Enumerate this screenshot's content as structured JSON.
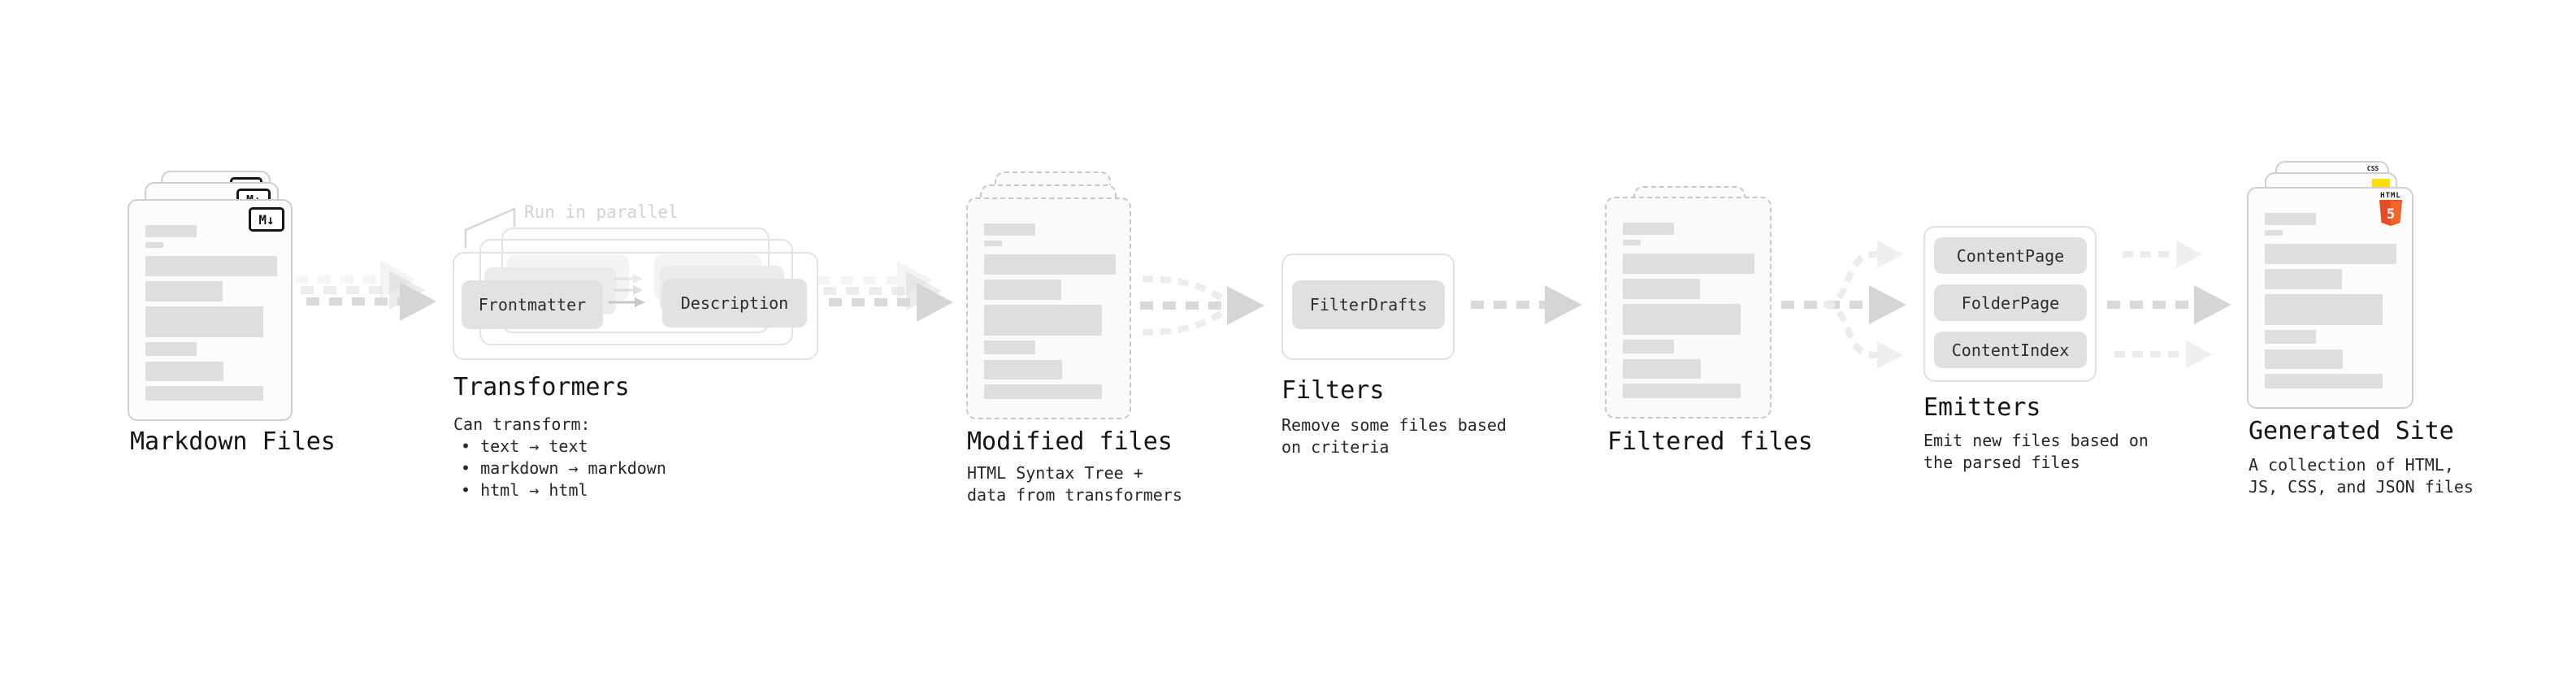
{
  "diagram": {
    "stages": {
      "markdown_files": {
        "label": "Markdown Files",
        "file_icon": "M↓"
      },
      "transformers": {
        "label": "Transformers",
        "annotation": "Run in parallel",
        "source_box": "Frontmatter",
        "target_box": "Description",
        "capabilities_heading": "Can transform:",
        "capabilities": [
          "• text → text",
          "• markdown → markdown",
          "• html → html"
        ]
      },
      "modified_files": {
        "label": "Modified files",
        "description_lines": [
          "HTML Syntax Tree +",
          "data from transformers"
        ]
      },
      "filters": {
        "label": "Filters",
        "box": "FilterDrafts",
        "description_lines": [
          "Remove some files based",
          "on criteria"
        ]
      },
      "filtered_files": {
        "label": "Filtered files"
      },
      "emitters": {
        "label": "Emitters",
        "boxes": [
          "ContentPage",
          "FolderPage",
          "ContentIndex"
        ],
        "description_lines": [
          "Emit new files based on",
          "the parsed files"
        ]
      },
      "generated_site": {
        "label": "Generated Site",
        "description_lines": [
          "A collection of HTML,",
          "JS, CSS, and JSON files"
        ],
        "file_icons": {
          "html_word": "HTML",
          "html_number": "5",
          "css_word": "CSS"
        }
      }
    },
    "colors": {
      "html5_orange": "#e44d26",
      "html5_orange_light": "#f16529",
      "js_yellow": "#ffe000",
      "css_blue": "#2b62e8",
      "bar_gray": "#dedede",
      "arrow_gray": "#d5d5d5"
    }
  }
}
